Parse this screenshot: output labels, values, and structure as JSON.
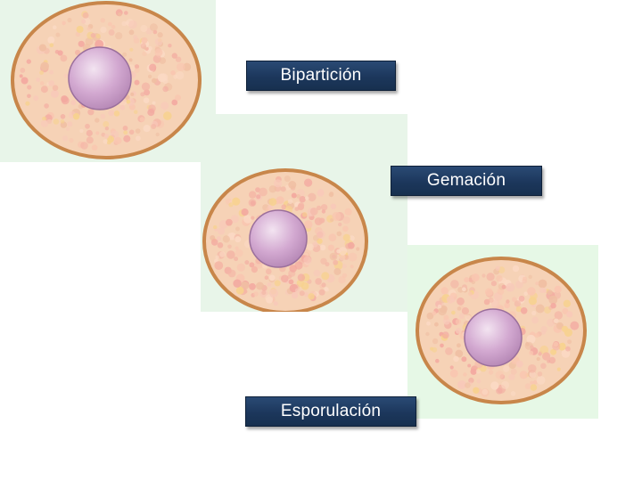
{
  "labels": {
    "biparticion": "Bipartición",
    "gemacion": "Gemación",
    "esporulacion": "Esporulación"
  },
  "colors": {
    "panel_background": "#e8f5e9",
    "panel_background_alt": "#e6f8e6",
    "cytoplasm": "#f6d2b6",
    "membrane": "#c8864a",
    "nucleus": "#c99bc8",
    "label_background": "#1e3a60",
    "label_text": "#ffffff"
  },
  "cells": [
    "cell-1",
    "cell-2",
    "cell-3"
  ]
}
